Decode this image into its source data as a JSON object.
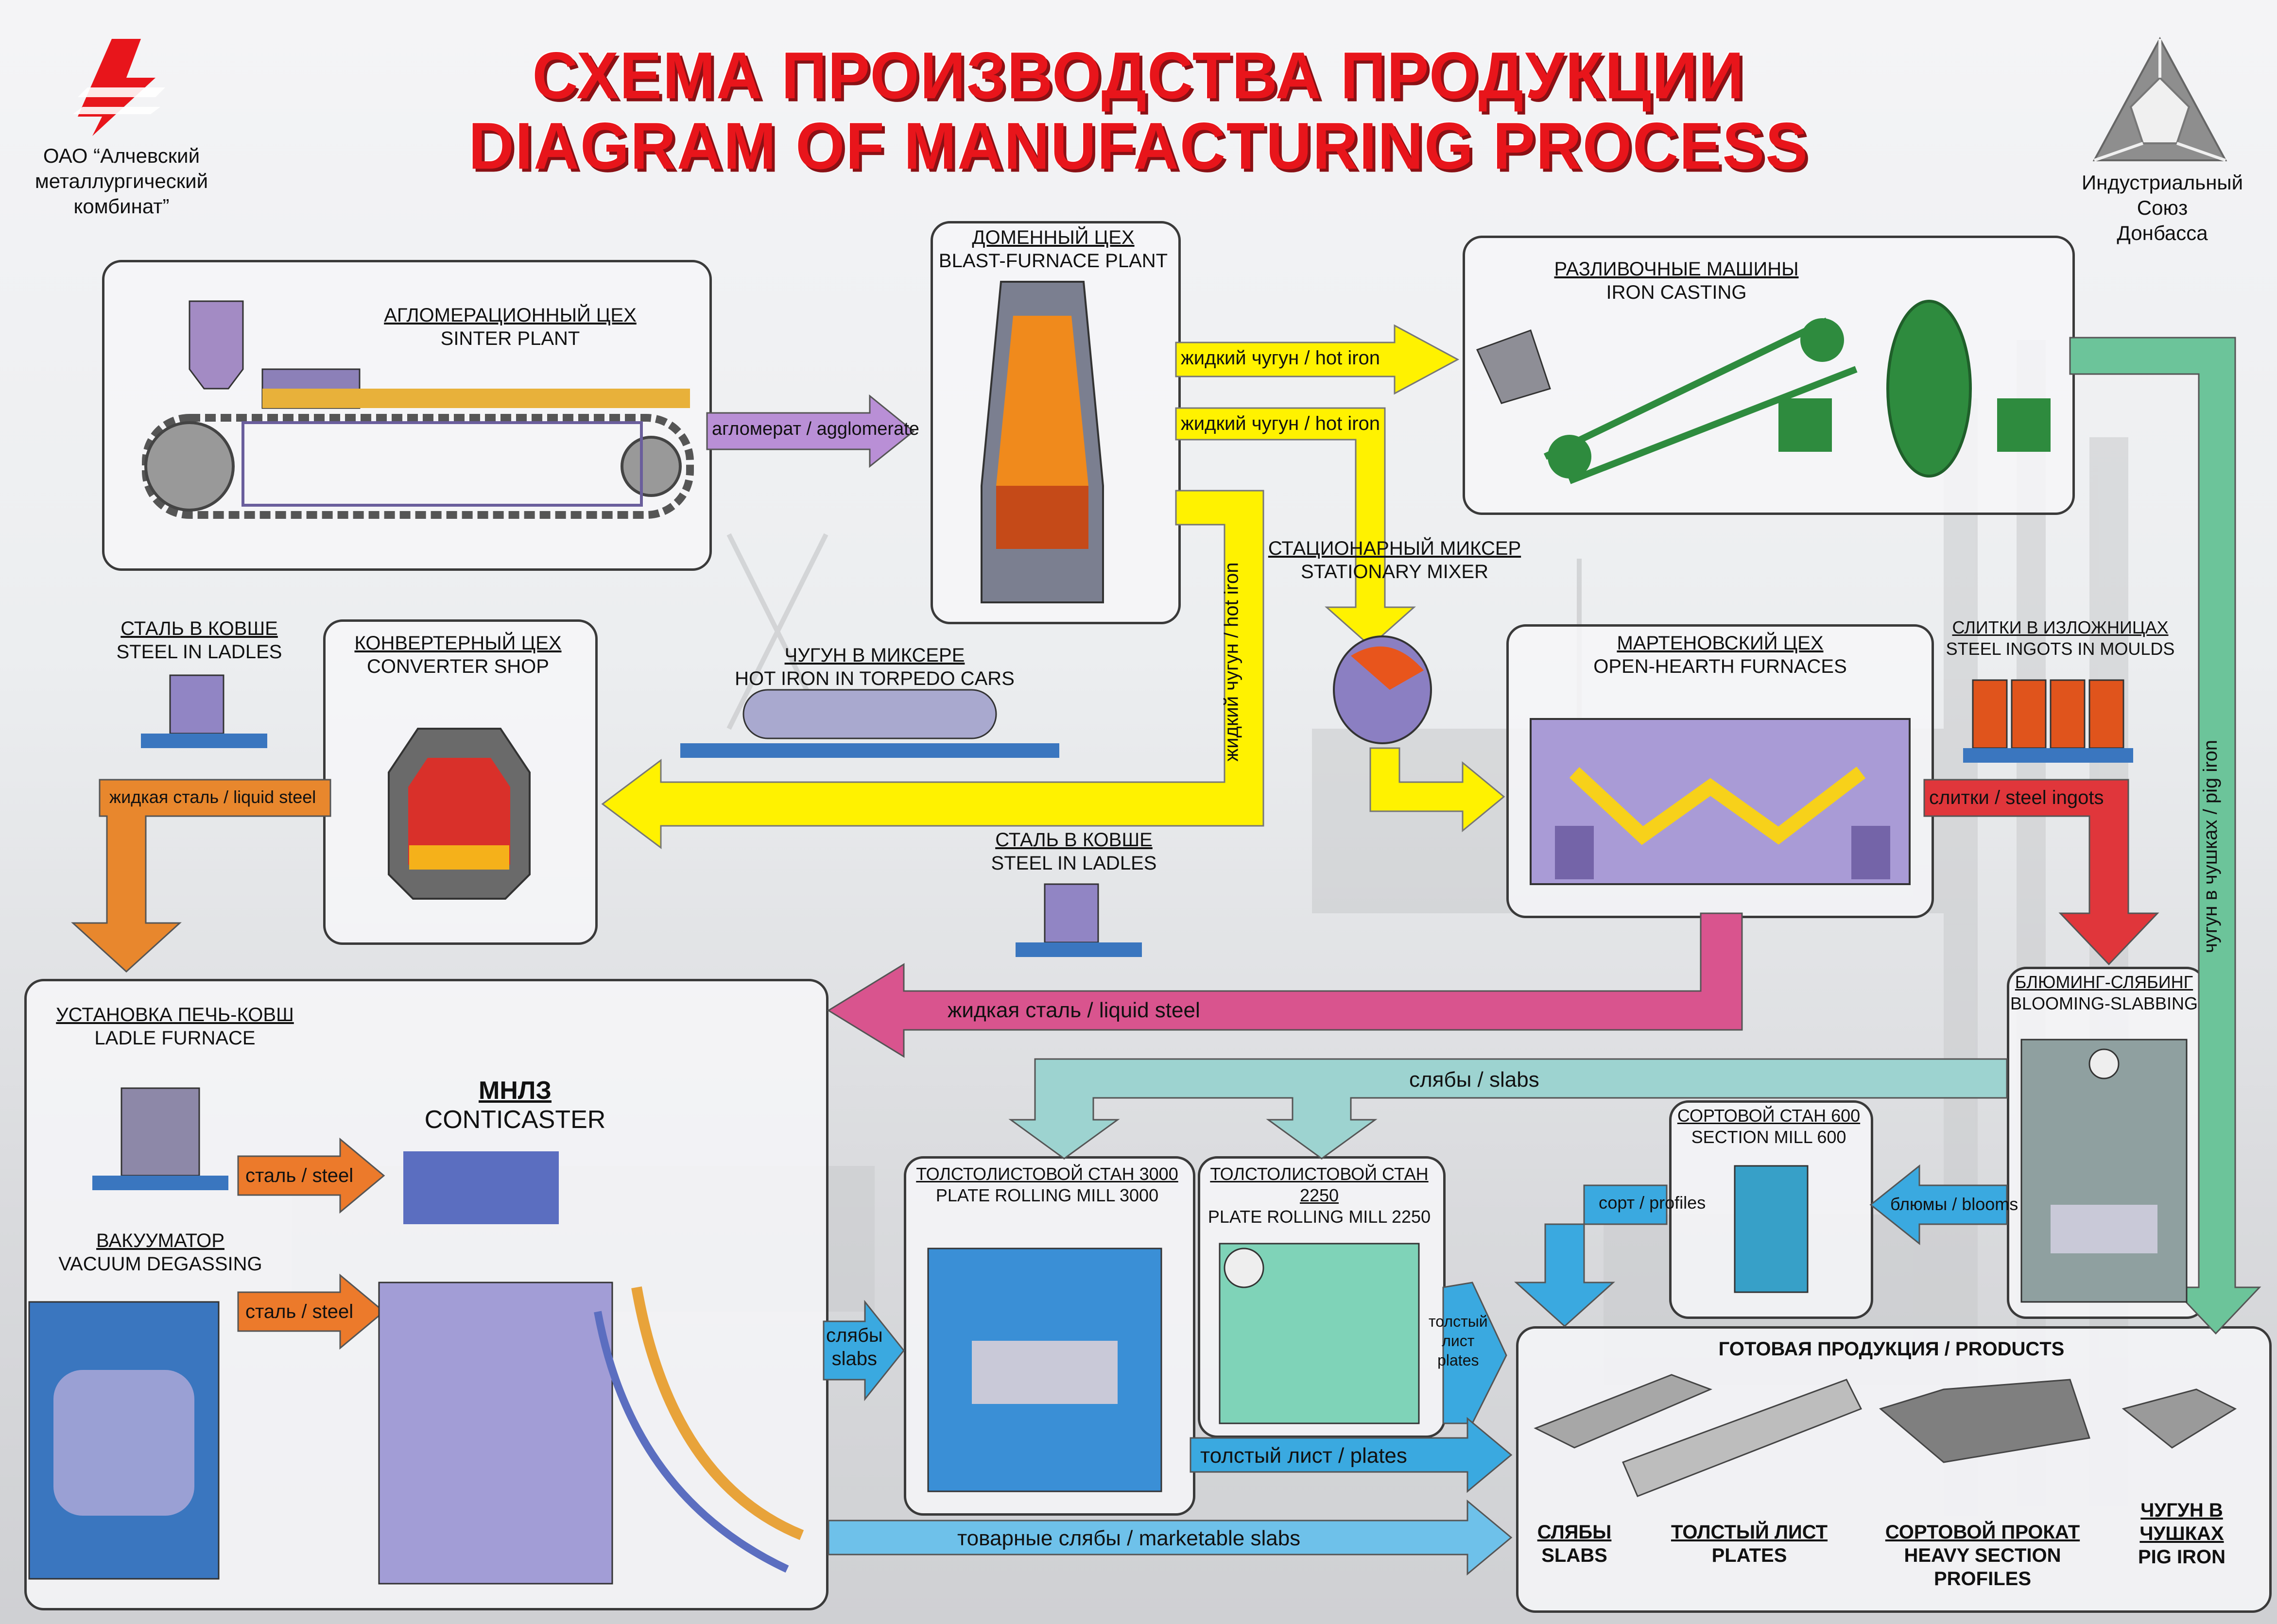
{
  "title": {
    "ru": "СХЕМА ПРОИЗВОДСТВА ПРОДУКЦИИ",
    "en": "DIAGRAM OF MANUFACTURING PROCESS"
  },
  "company_left": {
    "logo_icon": "lightning-steel-logo-icon",
    "lines": [
      "ОАО “Алчевский",
      "металлургический",
      "комбинат”"
    ]
  },
  "company_right": {
    "logo_icon": "triangle-union-logo-icon",
    "lines": [
      "Индустриальный",
      "Союз",
      "Донбасса"
    ]
  },
  "colors": {
    "title_red": "#e8151b",
    "hot_iron_yellow": "#fff200",
    "agglomerate_purple": "#b98fd6",
    "liquid_steel_orange": "#e8872d",
    "liquid_steel_pink": "#d9548e",
    "ingots_red": "#e0363b",
    "pig_iron_green": "#6cc49a",
    "slabs_teal": "#9dd3d0",
    "plates_blue": "#3aa9e0",
    "steel_orange_arrow": "#ec7a2b"
  },
  "shops": {
    "sinter": {
      "ru": "АГЛОМЕРАЦИОННЫЙ ЦЕХ",
      "en": "SINTER PLANT"
    },
    "blast_furnace": {
      "ru": "ДОМЕННЫЙ ЦЕХ",
      "en": "BLAST-FURNACE PLANT"
    },
    "iron_casting": {
      "ru": "РАЗЛИВОЧНЫЕ МАШИНЫ",
      "en": "IRON CASTING"
    },
    "mixer": {
      "ru": "СТАЦИОНАРНЫЙ МИКСЕР",
      "en": "STATIONARY MIXER"
    },
    "open_hearth": {
      "ru": "МАРТЕНОВСКИЙ ЦЕХ",
      "en": "OPEN-HEARTH FURNACES"
    },
    "ingots": {
      "ru": "СЛИТКИ В ИЗЛОЖНИЦАХ",
      "en": "STEEL INGOTS IN MOULDS"
    },
    "converter": {
      "ru": "КОНВЕРТЕРНЫЙ ЦЕХ",
      "en": "CONVERTER SHOP"
    },
    "steel_ladles_left": {
      "ru": "СТАЛЬ В КОВШЕ",
      "en": "STEEL IN LADLES"
    },
    "torpedo": {
      "ru": "ЧУГУН В МИКСЕРЕ",
      "en": "HOT IRON IN TORPEDO CARS"
    },
    "steel_ladles_mid": {
      "ru": "СТАЛЬ В КОВШЕ",
      "en": "STEEL IN LADLES"
    },
    "ladle_furnace": {
      "ru": "УСТАНОВКА ПЕЧЬ-КОВШ",
      "en": "LADLE FURNACE"
    },
    "vacuum": {
      "ru": "ВАКУУМАТОР",
      "en": "VACUUM DEGASSING"
    },
    "conticaster": {
      "ru": "МНЛЗ",
      "en": "CONTICASTER"
    },
    "mill3000": {
      "ru": "ТОЛСТОЛИСТОВОЙ СТАН 3000",
      "en": "PLATE ROLLING MILL 3000"
    },
    "mill2250": {
      "ru": "ТОЛСТОЛИСТОВОЙ СТАН 2250",
      "en": "PLATE ROLLING MILL 2250"
    },
    "section600": {
      "ru": "СОРТОВОЙ СТАН 600",
      "en": "SECTION MILL 600"
    },
    "blooming": {
      "ru": "БЛЮМИНГ-СЛЯБИНГ",
      "en": "BLOOMING-SLABBING"
    }
  },
  "flows": {
    "agglomerate": "агломерат / agglomerate",
    "hot_iron_1": "жидкий чугун / hot iron",
    "hot_iron_2": "жидкий чугун / hot iron",
    "hot_iron_vertical": "жидкий чугун / hot iron",
    "pig_iron_vertical": "чугун в чушках / pig iron",
    "liquid_steel_left": "жидкая сталь / liquid steel",
    "liquid_steel_mid": "жидкая сталь / liquid steel",
    "steel_ingots": "слитки / steel ingots",
    "slabs_top": "слябы / slabs",
    "steel_1": "сталь / steel",
    "steel_2": "сталь / steel",
    "slabs_small": [
      "слябы",
      "slabs"
    ],
    "plates_small": [
      "толстый",
      "лист",
      "plates"
    ],
    "plates": "толстый лист / plates",
    "marketable_slabs": "товарные слябы / marketable slabs",
    "profiles": "сорт / profiles",
    "blooms": "блюмы / blooms"
  },
  "products": {
    "heading": "ГОТОВАЯ ПРОДУКЦИЯ / PRODUCTS",
    "items": [
      {
        "ru": "СЛЯБЫ",
        "en": "SLABS"
      },
      {
        "ru": "ТОЛСТЫЙ ЛИСТ",
        "en": "PLATES"
      },
      {
        "ru": "СОРТОВОЙ ПРОКАТ",
        "en": "HEAVY SECTION PROFILES"
      },
      {
        "ru": "ЧУГУН В ЧУШКАХ",
        "en": "PIG IRON"
      }
    ]
  }
}
